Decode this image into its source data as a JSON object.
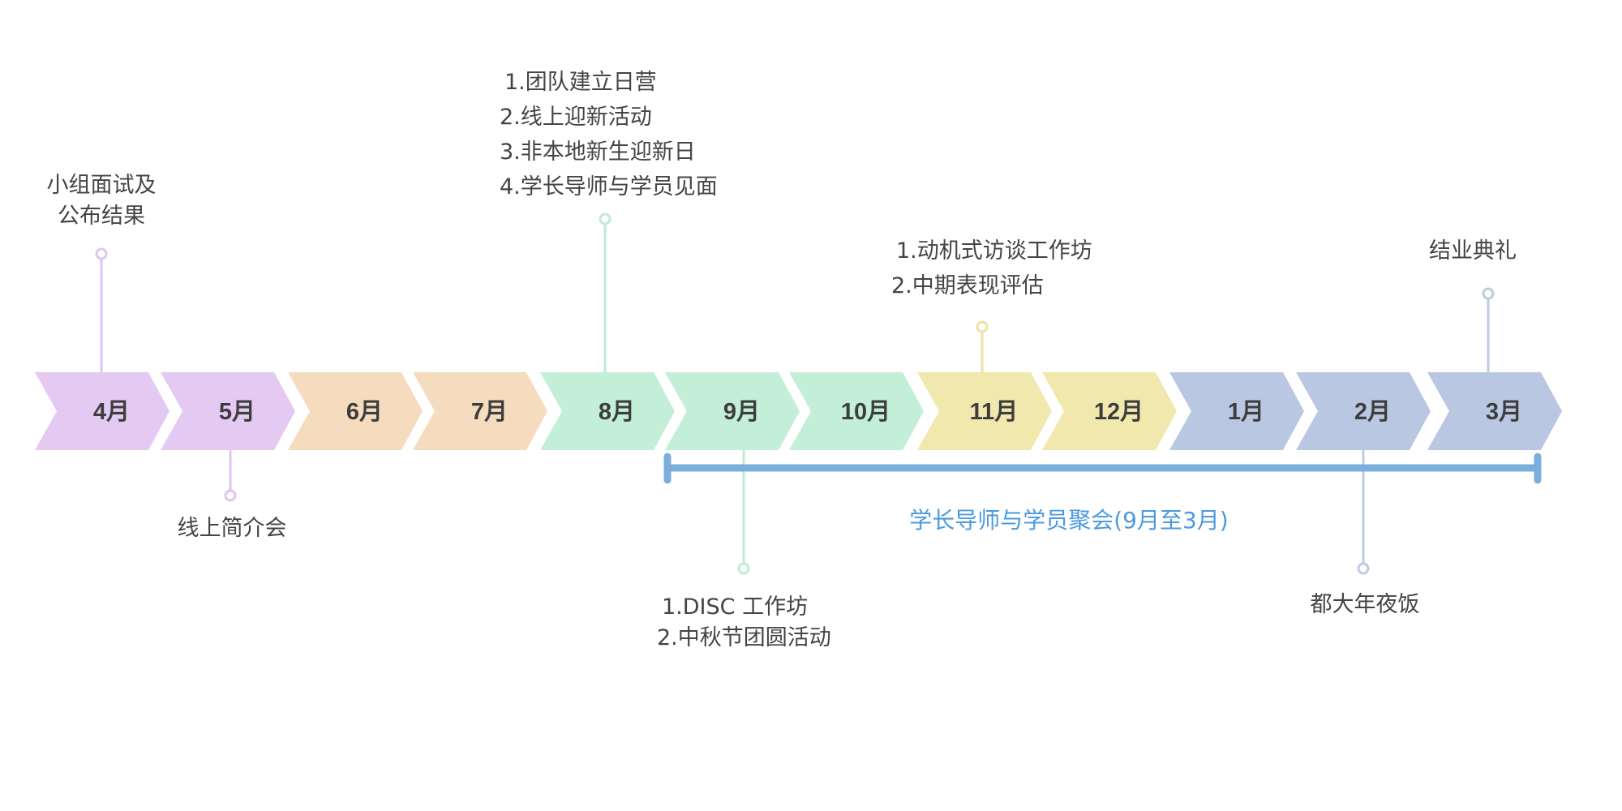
{
  "title": "学长导师计划年度时间轴",
  "months": [
    {
      "label": "4月",
      "group": "purple"
    },
    {
      "label": "5月",
      "group": "purple"
    },
    {
      "label": "6月",
      "group": "peach"
    },
    {
      "label": "7月",
      "group": "peach"
    },
    {
      "label": "8月",
      "group": "green"
    },
    {
      "label": "9月",
      "group": "green"
    },
    {
      "label": "10月",
      "group": "green"
    },
    {
      "label": "11月",
      "group": "yellow"
    },
    {
      "label": "12月",
      "group": "yellow"
    },
    {
      "label": "1月",
      "group": "blue"
    },
    {
      "label": "2月",
      "group": "blue"
    },
    {
      "label": "3月",
      "group": "blue"
    }
  ],
  "colors": {
    "purple": "#e4c9f3",
    "peach": "#f5dcbf",
    "green": "#c3eed8",
    "yellow": "#f1e8ae",
    "blue": "#b9c7e2",
    "purple_line": "#e0c5f2",
    "peach_line": "#f2d6b5",
    "green_line": "#bfebd4",
    "yellow_line": "#efe2a7",
    "blue_line": "#bfcae4",
    "span_bar": "#7aafdd",
    "span_text": "#4a9ade",
    "text": "#444444",
    "month_text": "#3d3d3d"
  },
  "events": {
    "apr": {
      "month": "4月",
      "position": "above",
      "lines": [
        "小组面试及",
        "公布结果"
      ]
    },
    "may": {
      "month": "5月",
      "position": "below",
      "lines": [
        "线上简介会"
      ]
    },
    "aug": {
      "month": "8月",
      "position": "above",
      "lines": [
        "1.团队建立日营",
        "2.线上迎新活动",
        "3.非本地新生迎新日",
        "4.学长导师与学员见面"
      ]
    },
    "sep": {
      "month": "9月",
      "position": "below",
      "lines": [
        "1.DISC 工作坊",
        "2.中秋节团圆活动"
      ]
    },
    "nov": {
      "month": "11月",
      "position": "above",
      "lines": [
        "1.动机式访谈工作坊",
        "2.中期表现评估"
      ]
    },
    "feb": {
      "month": "2月",
      "position": "below",
      "lines": [
        "都大年夜饭"
      ]
    },
    "mar": {
      "month": "3月",
      "position": "above",
      "lines": [
        "结业典礼"
      ]
    }
  },
  "span": {
    "from": "9月",
    "to": "3月",
    "label": "学长导师与学员聚会(9月至3月)"
  }
}
